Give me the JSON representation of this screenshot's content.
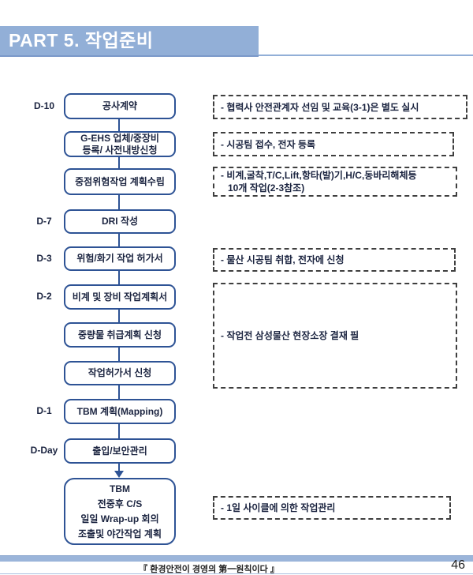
{
  "header": {
    "title": "PART 5. 작업준비"
  },
  "flow": {
    "steps": [
      {
        "label": "D-10",
        "lines": [
          "공사계약"
        ]
      },
      {
        "label": "",
        "lines": [
          "G-EHS 업체/중장비",
          "등록/ 사전내방신청"
        ]
      },
      {
        "label": "",
        "lines": [
          "중점위험작업 계획수립"
        ]
      },
      {
        "label": "D-7",
        "lines": [
          "DRI 작성"
        ]
      },
      {
        "label": "D-3",
        "lines": [
          "위험/화기 작업 허가서"
        ]
      },
      {
        "label": "D-2",
        "lines": [
          "비계 및 장비 작업계획서"
        ]
      },
      {
        "label": "",
        "lines": [
          "중량물 취급계획 신청"
        ]
      },
      {
        "label": "",
        "lines": [
          "작업허가서 신청"
        ]
      },
      {
        "label": "D-1",
        "lines": [
          "TBM 계획(Mapping)"
        ]
      },
      {
        "label": "D-Day",
        "lines": [
          "출입/보안관리"
        ]
      },
      {
        "label": "",
        "lines": [
          "TBM",
          "전중후 C/S",
          "일일 Wrap-up 회의",
          "조출및 야간작업 계획"
        ]
      }
    ]
  },
  "notes": [
    {
      "lines": [
        "- 협력사 안전관계자 선임 및 교육(3-1)은 별도 실시"
      ]
    },
    {
      "lines": [
        "- 시공팀 접수, 전자 등록"
      ]
    },
    {
      "lines": [
        "- 비계,굴착,T/C,Lift,항타(발)기,H/C,동바리해체등",
        "10개 작업(2-3참조)"
      ]
    },
    {
      "lines": [
        "- 물산 시공팀 취합, 전자에 신청"
      ]
    },
    {
      "lines": [
        "- 작업전 삼성물산 현장소장 결재 필"
      ]
    },
    {
      "lines": [
        "- 1일 사이클에 의한 작업관리"
      ]
    }
  ],
  "footer": {
    "motto": "『 환경안전이 경영의 第一원칙이다 』",
    "page_number": "46"
  },
  "colors": {
    "header_blue": "#92AFD7",
    "box_border_navy": "#2E5395",
    "text_navy": "#1B2440"
  }
}
